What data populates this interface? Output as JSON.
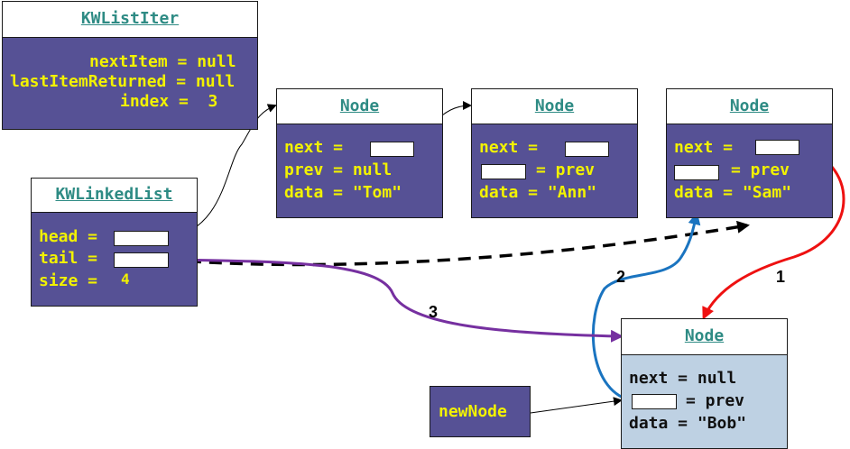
{
  "iter": {
    "title": "KWListIter",
    "nextItem": "nextItem = null",
    "lastItemReturned": "lastItemReturned = null",
    "index": "index =  3"
  },
  "list": {
    "title": "KWLinkedList",
    "head": "head =",
    "tail": "tail =",
    "size_label": "size =",
    "size_value": "4"
  },
  "node_tom": {
    "title": "Node",
    "next": "next =",
    "prev": "prev = null",
    "data": "data = \"Tom\""
  },
  "node_ann": {
    "title": "Node",
    "next": "next =",
    "prev": "= prev",
    "data": "data = \"Ann\""
  },
  "node_sam": {
    "title": "Node",
    "next": "next =",
    "prev": "= prev",
    "data": "data = \"Sam\""
  },
  "node_bob": {
    "title": "Node",
    "next": "next = null",
    "prev": "= prev",
    "data": "data = \"Bob\""
  },
  "newnode": {
    "label": "newNode"
  },
  "steps": {
    "s1": "1",
    "s2": "2",
    "s3": "3"
  },
  "colors": {
    "step1": "#ee1111",
    "step2": "#1a74c0",
    "step3": "#7630a0",
    "box_fill": "#565195",
    "new_node_fill": "#bed1e3"
  }
}
